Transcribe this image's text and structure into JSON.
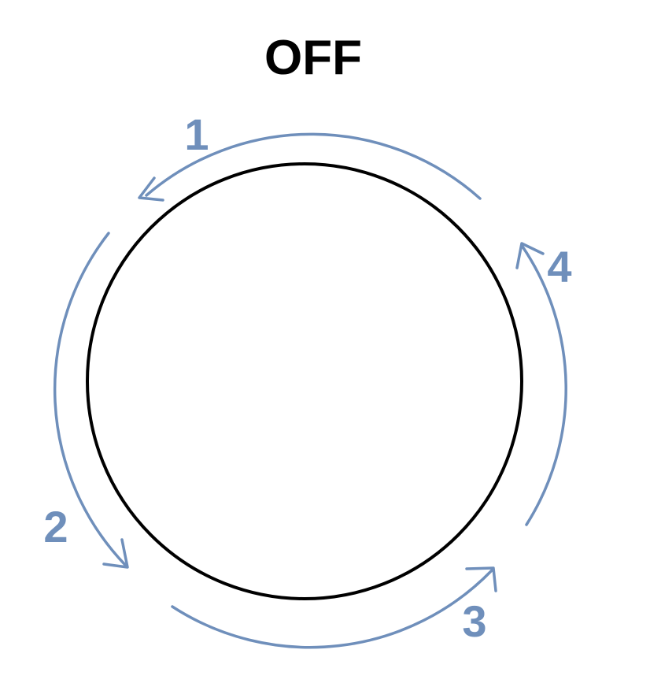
{
  "title": "OFF",
  "colors": {
    "arrow": "#6f8fbb",
    "circle": "#000000",
    "title": "#000000"
  },
  "steps": [
    {
      "label": "1",
      "direction": "counter-clockwise"
    },
    {
      "label": "2",
      "direction": "counter-clockwise"
    },
    {
      "label": "3",
      "direction": "counter-clockwise"
    },
    {
      "label": "4",
      "direction": "counter-clockwise"
    }
  ]
}
